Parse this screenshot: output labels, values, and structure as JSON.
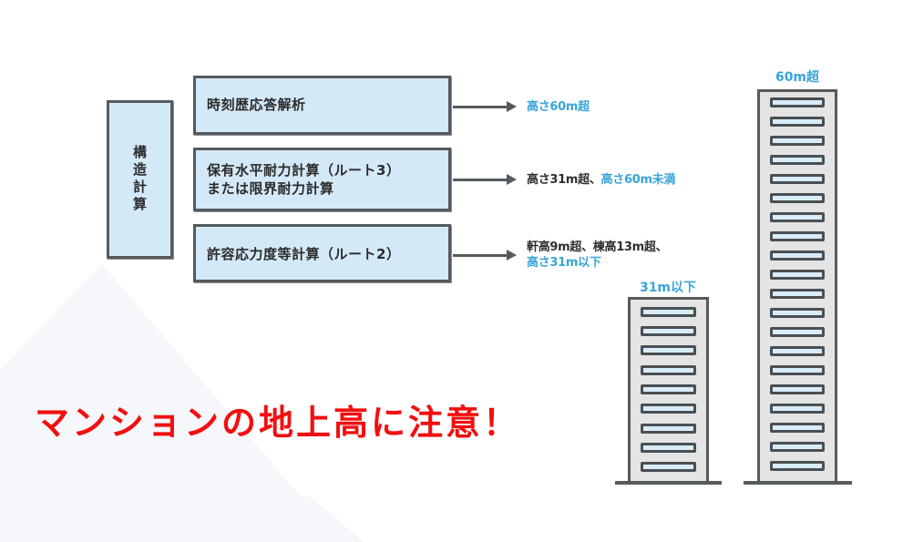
{
  "diagram": {
    "category_label": "構\n造\n計\n算",
    "category_chars": [
      "構",
      "造",
      "計",
      "算"
    ],
    "methods": [
      {
        "lines": [
          "時刻歴応答解析"
        ],
        "condition": [
          {
            "text": "高さ60m超",
            "color": "blue"
          }
        ]
      },
      {
        "lines": [
          "保有水平耐力計算（ルート3）",
          "または限界耐力計算"
        ],
        "condition": [
          {
            "text": "高さ31m超、",
            "color": "dark"
          },
          {
            "text": "高さ60m未満",
            "color": "blue"
          }
        ]
      },
      {
        "lines": [
          "許容応力度等計算（ルート2）"
        ],
        "condition_line1": [
          {
            "text": "軒高9m超、棟高13m超、",
            "color": "dark"
          }
        ],
        "condition_line2": [
          {
            "text": "高さ31m以下",
            "color": "blue"
          }
        ]
      }
    ],
    "buildings": [
      {
        "label": "31m以下",
        "windows": 9
      },
      {
        "label": "60m超",
        "windows": 20
      }
    ]
  },
  "warning_text": "マンションの地上高に注意！",
  "colors": {
    "box_fill": "#d4e9f8",
    "border": "#555a5e",
    "accent_blue": "#3aa4d8",
    "warning_red": "#f20f0f",
    "building_fill": "#e4e4e4"
  }
}
